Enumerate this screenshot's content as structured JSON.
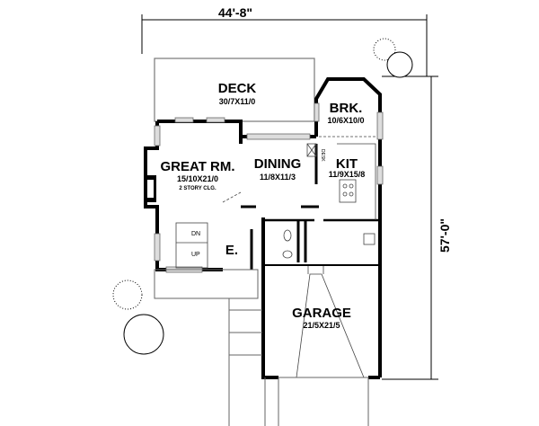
{
  "dimensions": {
    "width": "44'-8\"",
    "depth": "57'-0\""
  },
  "rooms": [
    {
      "name": "DECK",
      "size": "30/7X11/0"
    },
    {
      "name": "BRK.",
      "size": "10/6X10/0"
    },
    {
      "name": "GREAT RM.",
      "size": "15/10X21/0",
      "note": "2 STORY CLG."
    },
    {
      "name": "DINING",
      "size": "11/8X11/3"
    },
    {
      "name": "KIT",
      "size": "11/9X15/8"
    },
    {
      "name": "E."
    },
    {
      "name": "GARAGE",
      "size": "21/5X21/5"
    }
  ],
  "labels": {
    "desk": "DESK",
    "stairs_down": "DN",
    "stairs_up": "UP"
  }
}
